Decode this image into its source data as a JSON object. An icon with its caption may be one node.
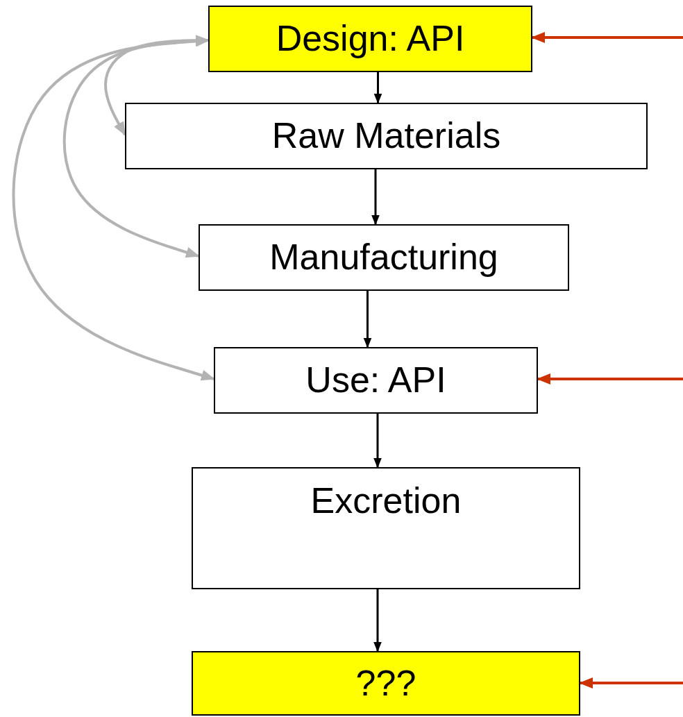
{
  "diagram": {
    "nodes": [
      {
        "text": [
          "Design: API"
        ]
      },
      {
        "text": [
          "Raw Materials"
        ]
      },
      {
        "text": [
          "Manufacturing"
        ]
      },
      {
        "text": [
          "Use: API"
        ]
      },
      {
        "text": [
          "Excretion"
        ]
      },
      {
        "text": [
          "???"
        ]
      }
    ],
    "edges": [
      {
        "from": 0,
        "to": 1,
        "arrow": "to"
      },
      {
        "from": 1,
        "to": 2,
        "arrow": "to"
      },
      {
        "from": 2,
        "to": 3,
        "arrow": "to"
      },
      {
        "from": 3,
        "to": 4,
        "arrow": "to"
      },
      {
        "from": 4,
        "to": 5,
        "arrow": "to"
      },
      {
        "from": 0,
        "to": 1,
        "arrow": "both",
        "color": "#b3b3b3"
      },
      {
        "from": 0,
        "to": 2,
        "arrow": "both",
        "color": "#b3b3b3"
      },
      {
        "from": 0,
        "to": 3,
        "arrow": "both",
        "color": "#b3b3b3"
      },
      {
        "from": null,
        "to": 0,
        "arrow": "to",
        "color": "#cc3300"
      },
      {
        "from": null,
        "to": 3,
        "arrow": "to",
        "color": "#cc3300"
      },
      {
        "from": null,
        "to": 5,
        "arrow": "to",
        "color": "#cc3300"
      }
    ]
  }
}
